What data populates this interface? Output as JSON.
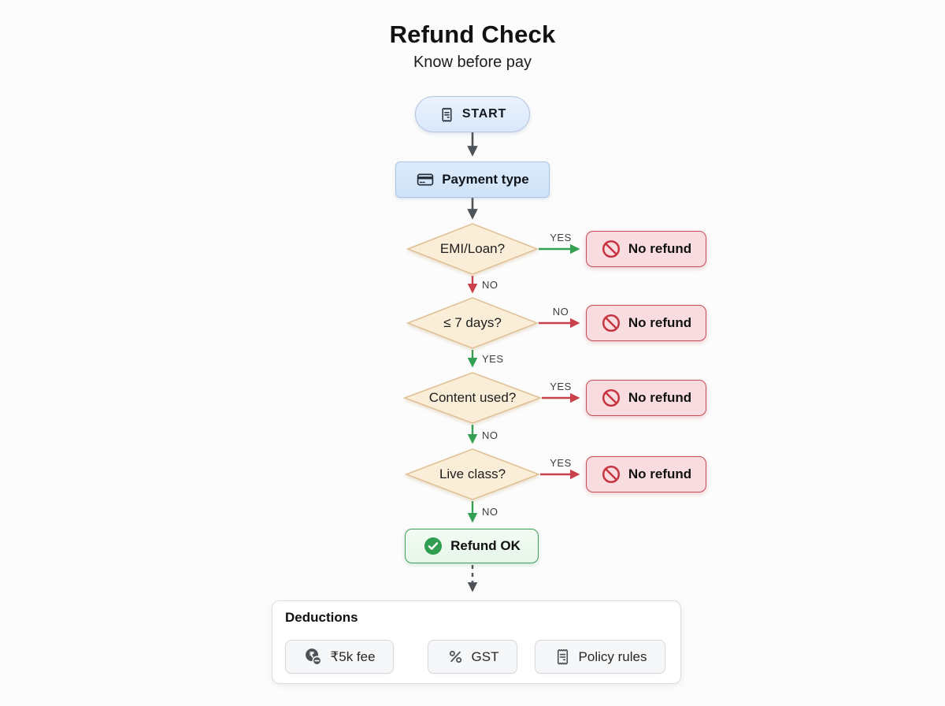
{
  "header": {
    "title": "Refund Check",
    "subtitle": "Know before pay"
  },
  "flow": {
    "start": {
      "label": "START",
      "icon": "receipt-icon"
    },
    "payment": {
      "label": "Payment type",
      "icon": "credit-card-icon"
    },
    "decisions": [
      {
        "label": "EMI/Loan?",
        "side_label": "YES",
        "side_color": "#33a053",
        "down_label": "NO",
        "down_color": "#c8414b"
      },
      {
        "label": "≤ 7 days?",
        "side_label": "NO",
        "side_color": "#c8414b",
        "down_label": "YES",
        "down_color": "#33a053"
      },
      {
        "label": "Content used?",
        "side_label": "YES",
        "side_color": "#c8414b",
        "down_label": "NO",
        "down_color": "#33a053"
      },
      {
        "label": "Live class?",
        "side_label": "YES",
        "side_color": "#c8414b",
        "down_label": "NO",
        "down_color": "#33a053"
      }
    ],
    "no_refund": {
      "label": "No refund",
      "icon": "prohibition-icon"
    },
    "refund_ok": {
      "label": "Refund OK",
      "icon": "check-circle-icon"
    }
  },
  "deductions": {
    "title": "Deductions",
    "chips": [
      {
        "label": "₹5k fee",
        "icon": "rupee-coin-minus-icon"
      },
      {
        "label": "GST",
        "icon": "percent-icon"
      },
      {
        "label": "Policy rules",
        "icon": "receipt-icon"
      }
    ]
  },
  "colors": {
    "background": "#fcfcfc",
    "node_blue_fill": "#d7e7fa",
    "node_blue_border": "#a9c5e6",
    "diamond_fill": "#fbeed8",
    "diamond_border": "#dfc093",
    "danger_fill": "#f8dcdf",
    "danger_border": "#c44e57",
    "danger_icon": "#c63440",
    "success_fill": "#eef9f0",
    "success_border": "#3f9e59",
    "success_icon": "#2f9e51",
    "arrow_gray": "#4d5358",
    "arrow_green": "#33a053",
    "arrow_red": "#c8414b"
  }
}
